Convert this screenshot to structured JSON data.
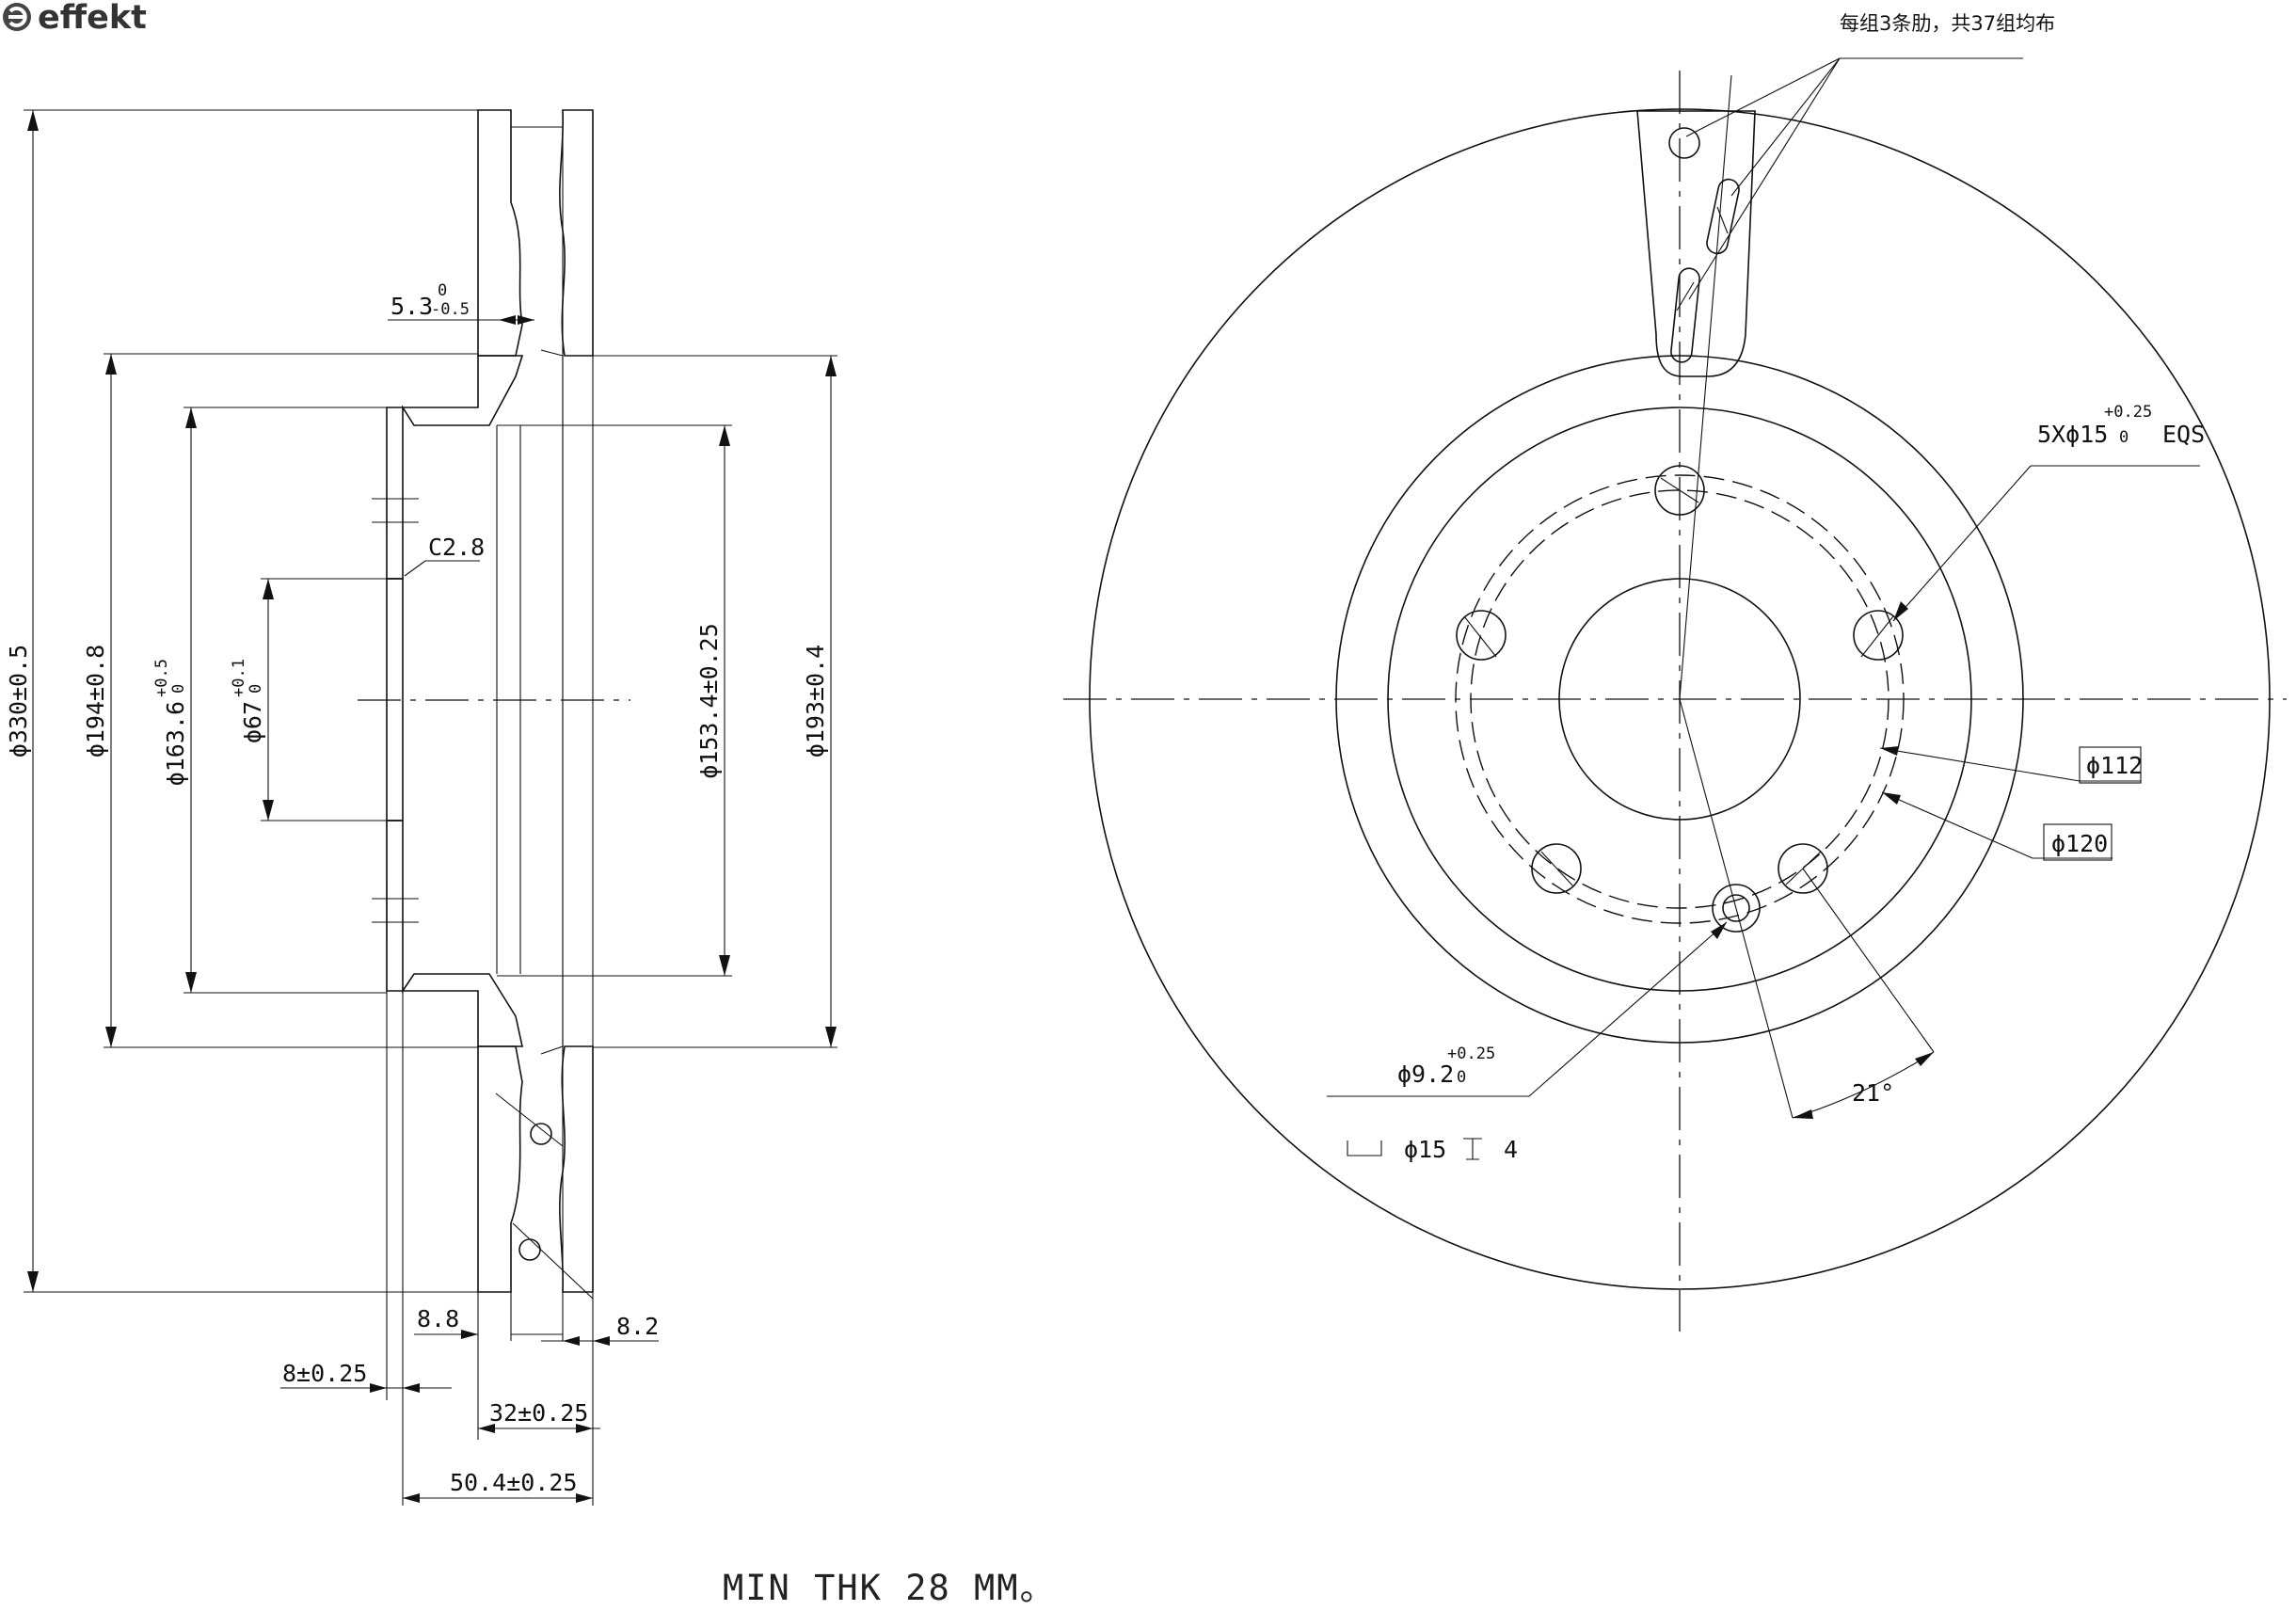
{
  "brand": {
    "logo_text": "effekt"
  },
  "left_view": {
    "dimensions": {
      "d330": "ϕ330±0.5",
      "d194": "ϕ194±0.8",
      "d163_main": "ϕ163.6",
      "d163_upper": "+0.5",
      "d163_lower": "0",
      "d67_main": "ϕ67",
      "d67_upper": "+0.1",
      "d67_lower": "0",
      "d153": "ϕ153.4±0.25",
      "d193": "ϕ193±0.4",
      "t53_main": "5.3",
      "t53_upper": "0",
      "t53_lower": "-0.5",
      "chamfer": "C2.8",
      "w88": "8.8",
      "w82": "8.2",
      "w8": "8±0.25",
      "w32": "32±0.25",
      "w504": "50.4±0.25"
    }
  },
  "right_view": {
    "rib_note": "每组3条肋，共37组均布",
    "holes_main": "5Xϕ15",
    "holes_upper": "+0.25",
    "holes_lower": "0",
    "holes_suffix": "EQS",
    "d112": "ϕ112",
    "d120": "ϕ120",
    "d92_main": "ϕ9.2",
    "d92_upper": "+0.25",
    "d92_lower": "0",
    "counterbore_main": "ϕ15",
    "counterbore_depth": "4",
    "angle": "21°"
  },
  "footer": {
    "min_thickness": "MIN THK 28 MM。"
  }
}
